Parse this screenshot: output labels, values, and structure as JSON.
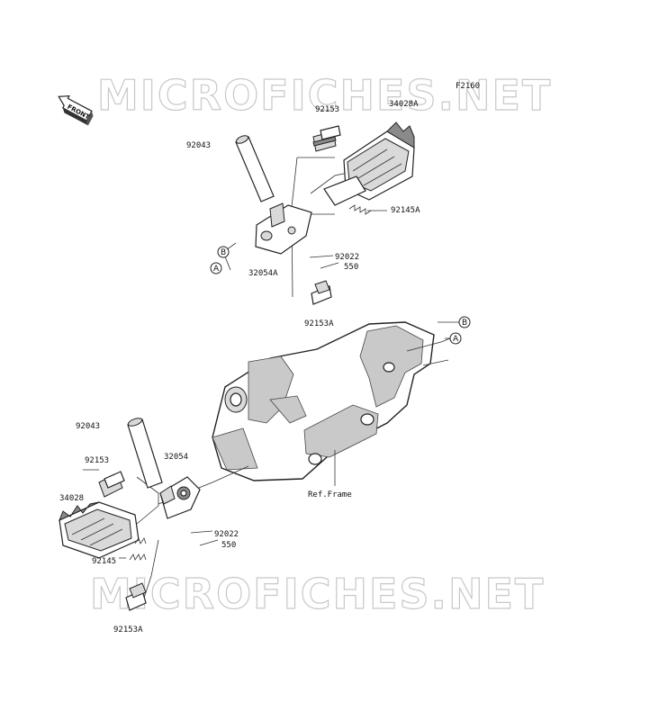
{
  "diagram": {
    "code": "F2160",
    "watermark_text": "MICROFICHES.NET",
    "front_label": "FRONT",
    "callout_a": "A",
    "callout_b": "B",
    "ref_frame": "Ref.Frame",
    "upper_labels": {
      "pin": "92043",
      "bolt_top": "92153",
      "footpeg": "34028A",
      "spring": "92145A",
      "bracket": "32054A",
      "cotter": "92022",
      "washer": "550",
      "bolt_bottom": "92153A"
    },
    "lower_labels": {
      "pin": "92043",
      "bolt_top": "92153",
      "bracket": "32054",
      "footpeg": "34028",
      "spring": "92145",
      "cotter": "92022",
      "washer": "550",
      "bolt_bottom": "92153A"
    }
  }
}
